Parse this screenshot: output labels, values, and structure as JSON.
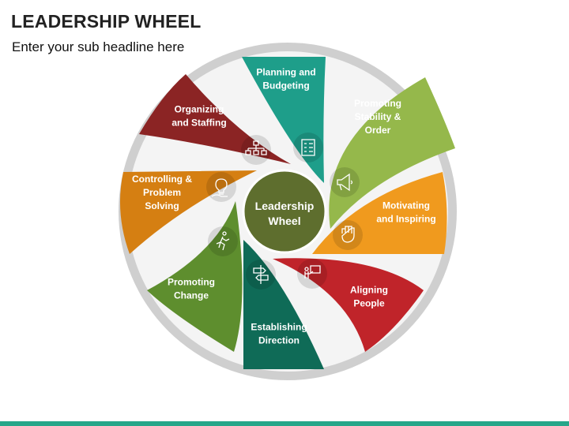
{
  "header": {
    "title": "LEADERSHIP WHEEL",
    "subtitle": "Enter your sub headline here"
  },
  "colors": {
    "accent_bar": "#26A689",
    "ring_outer": "#CFCFCF",
    "ring_inner": "#F4F4F4",
    "center": "#5E6E2E"
  },
  "center": {
    "line1": "Leadership",
    "line2": "Wheel"
  },
  "segments": [
    {
      "id": "planning",
      "lines": [
        "Planning and",
        "Budgeting"
      ],
      "color": "#1E9E8A",
      "icon": "checklist-clipboard-icon"
    },
    {
      "id": "promoting-stability",
      "lines": [
        "Promoting",
        "Stability &",
        "Order"
      ],
      "color": "#95B84B",
      "icon": "megaphone-icon"
    },
    {
      "id": "motivating",
      "lines": [
        "Motivating",
        "and Inspiring"
      ],
      "color": "#F09A1E",
      "icon": "raised-fist-icon"
    },
    {
      "id": "aligning",
      "lines": [
        "Aligning",
        "People"
      ],
      "color": "#C0242A",
      "icon": "presenter-board-icon"
    },
    {
      "id": "establishing",
      "lines": [
        "Establishing",
        "Direction"
      ],
      "color": "#0F6B57",
      "icon": "direction-signpost-icon"
    },
    {
      "id": "promoting-change",
      "lines": [
        "Promoting",
        "Change"
      ],
      "color": "#5E8E2E",
      "icon": "running-person-icon"
    },
    {
      "id": "controlling",
      "lines": [
        "Controlling &",
        "Problem",
        "Solving"
      ],
      "color": "#D57F12",
      "icon": "lightbulb-hand-icon"
    },
    {
      "id": "organizing",
      "lines": [
        "Organizing",
        "and Staffing"
      ],
      "color": "#8B2424",
      "icon": "org-chart-icon"
    }
  ]
}
